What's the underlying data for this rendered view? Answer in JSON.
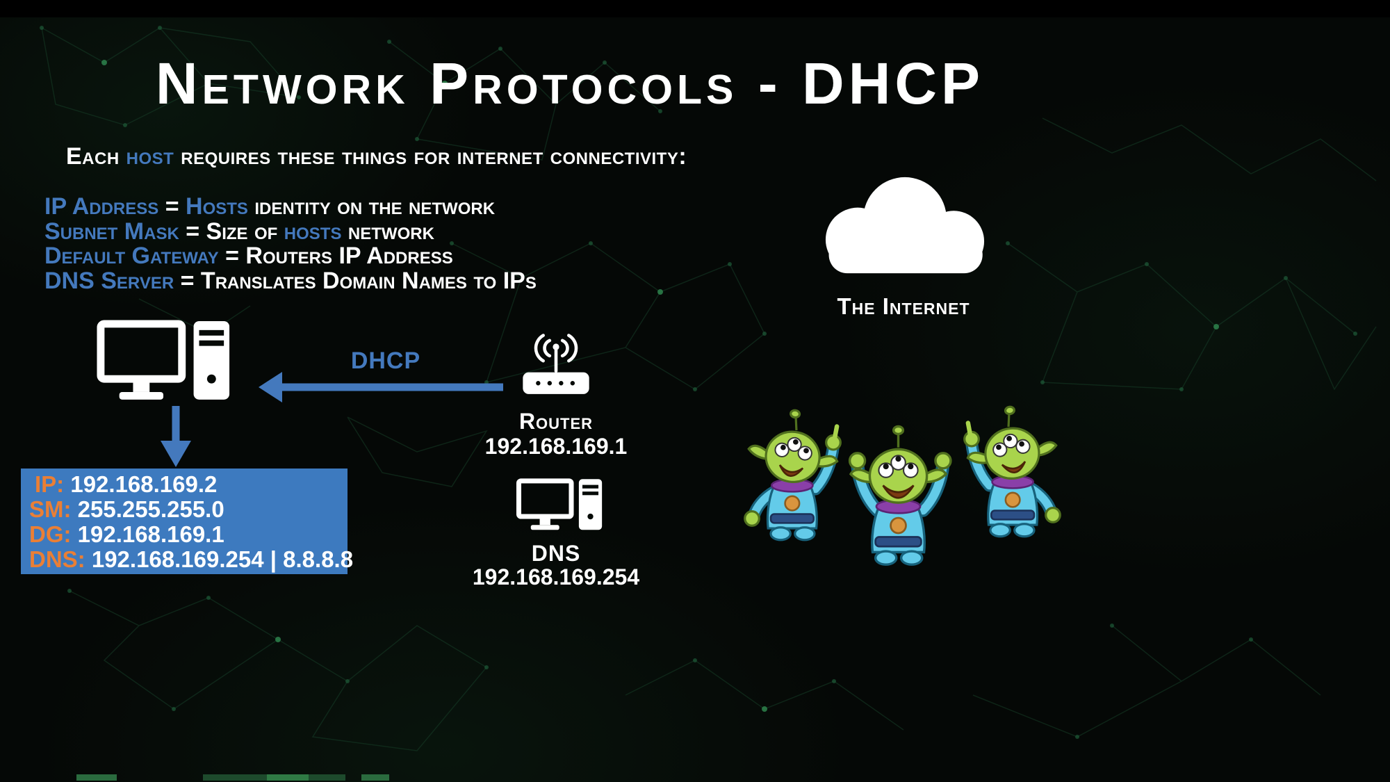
{
  "title": "Network Protocols - DHCP",
  "intro": {
    "s1": "Each ",
    "s2": "host",
    "s3": " requires these things for internet connectivity:"
  },
  "requirements": {
    "line1": {
      "s1": "IP Address",
      "s2": " = ",
      "s3": "Hosts",
      "s4": " identity on the network"
    },
    "line2": {
      "s1": "Subnet Mask",
      "s2": " = Size of ",
      "s3": "hosts",
      "s4": " network"
    },
    "line3": {
      "s1": "Default Gateway",
      "s2": " = Routers IP Address"
    },
    "line4": {
      "s1": "DNS Server",
      "s2": " = Translates Domain Names to IPs"
    }
  },
  "internet": {
    "label": "The Internet"
  },
  "dhcp": {
    "label": "DHCP"
  },
  "router": {
    "label": "Router",
    "ip": "192.168.169.1"
  },
  "dns": {
    "label": "DNS",
    "ip": "192.168.169.254"
  },
  "host_config": {
    "ip": {
      "key": "IP:",
      "value": "192.168.169.2"
    },
    "sm": {
      "key": "SM:",
      "value": "255.255.255.0"
    },
    "dg": {
      "key": "DG:",
      "value": "192.168.169.1"
    },
    "dns": {
      "key": "DNS:",
      "value": "192.168.169.254 | 8.8.8.8"
    }
  },
  "icons": {
    "cloud": "cloud-icon",
    "host": "desktop-computer-icon",
    "router": "wireless-router-icon",
    "dns_server": "desktop-computer-icon",
    "mascots": "three-alien-figures"
  },
  "colors": {
    "accent_blue": "#4479bd",
    "config_box_blue": "#3d7abf",
    "key_orange": "#ea7f35",
    "background": "#050806",
    "text_white": "#ffffff"
  }
}
